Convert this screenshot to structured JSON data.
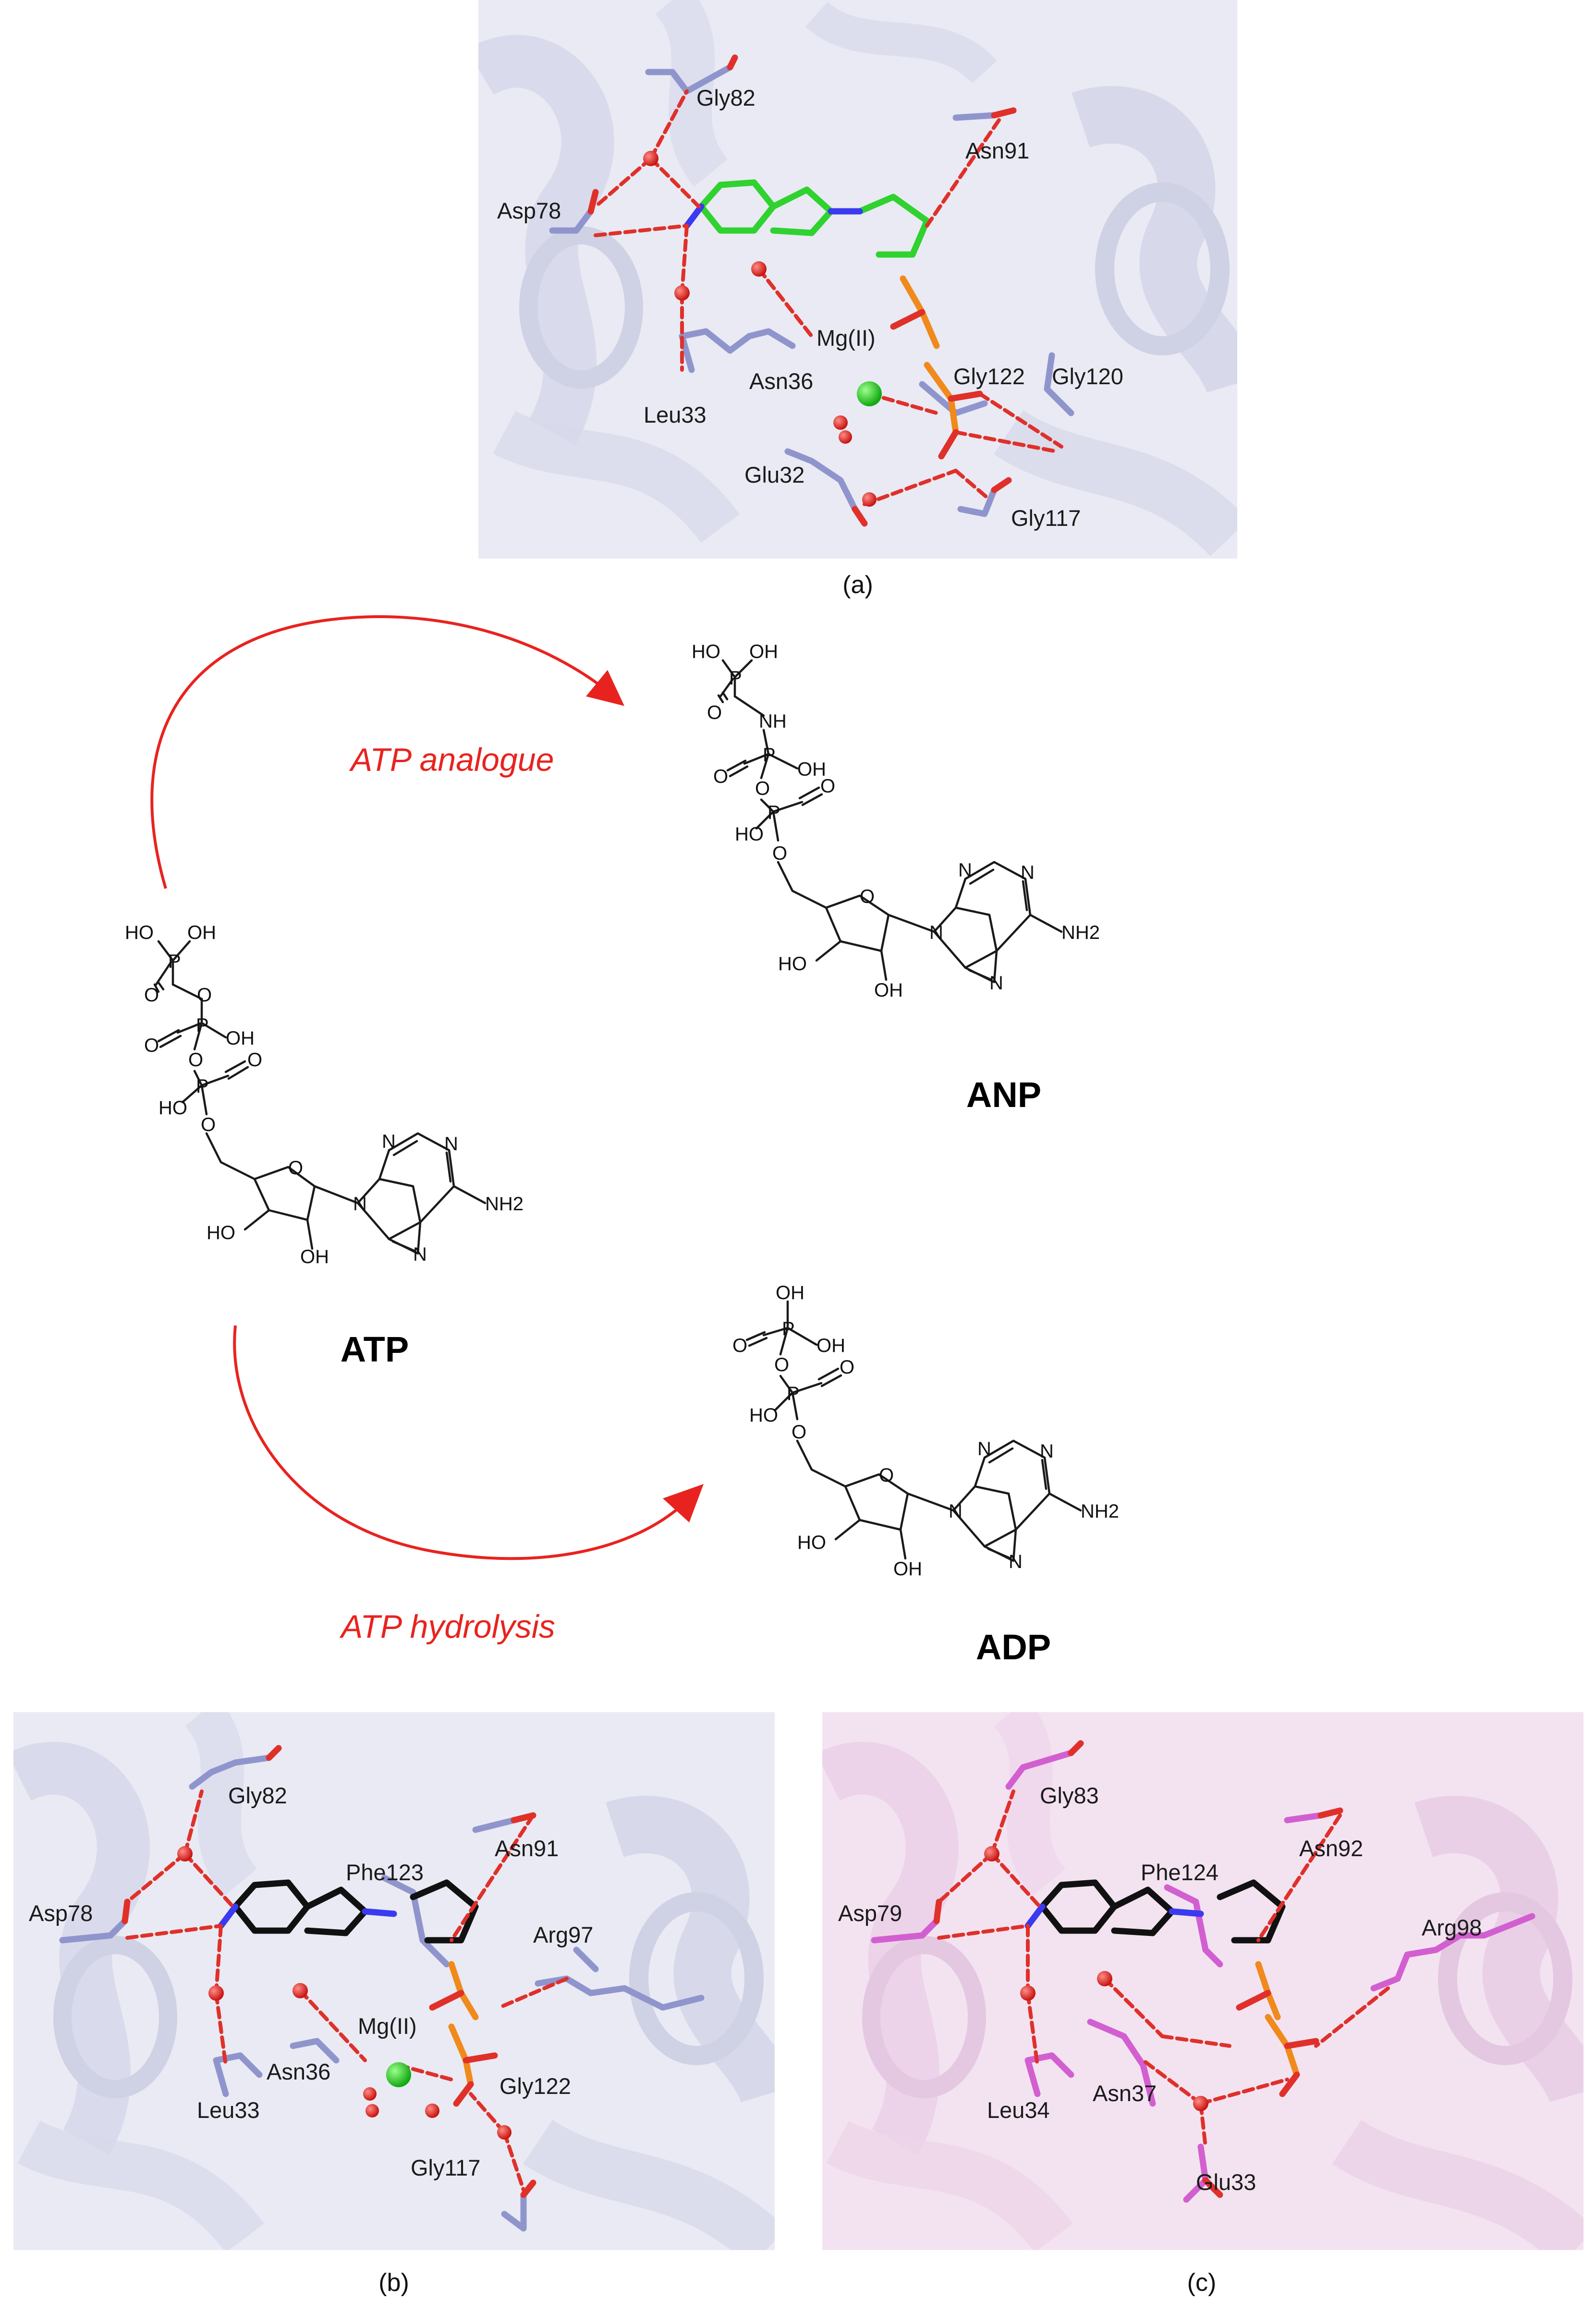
{
  "panels": {
    "a": {
      "caption": "(a)",
      "labels": {
        "gly82": "Gly82",
        "asn91": "Asn91",
        "asp78": "Asp78",
        "mg": "Mg(II)",
        "asn36": "Asn36",
        "gly122": "Gly122",
        "gly120": "Gly120",
        "leu33": "Leu33",
        "glu32": "Glu32",
        "gly117": "Gly117"
      }
    },
    "b": {
      "caption": "(b)",
      "labels": {
        "gly82": "Gly82",
        "asn91": "Asn91",
        "phe123": "Phe123",
        "asp78": "Asp78",
        "arg97": "Arg97",
        "mg": "Mg(II)",
        "asn36": "Asn36",
        "leu33": "Leu33",
        "gly122": "Gly122",
        "gly117": "Gly117"
      }
    },
    "c": {
      "caption": "(c)",
      "labels": {
        "gly83": "Gly83",
        "asn92": "Asn92",
        "phe124": "Phe124",
        "asp79": "Asp79",
        "arg98": "Arg98",
        "leu34": "Leu34",
        "asn37": "Asn37",
        "glu33": "Glu33"
      }
    }
  },
  "scheme": {
    "arrow_top": "ATP analogue",
    "arrow_bottom": "ATP hydrolysis",
    "molecules": {
      "atp": "ATP",
      "anp": "ANP",
      "adp": "ADP"
    },
    "atoms": {
      "ho": "HO",
      "oh": "OH",
      "p": "P",
      "o": "O",
      "nh": "NH",
      "n": "N",
      "nh2": "NH2"
    }
  },
  "colors": {
    "hbond": "#e0302a",
    "protein_blue": "#9aa0d8",
    "protein_pink": "#d25fd0",
    "ligand_green": "#2fd22f",
    "ligand_black": "#111111",
    "phosphate_orange": "#f08a1c",
    "magnesium": "#22cc22",
    "arrow_red": "#e8231f"
  }
}
